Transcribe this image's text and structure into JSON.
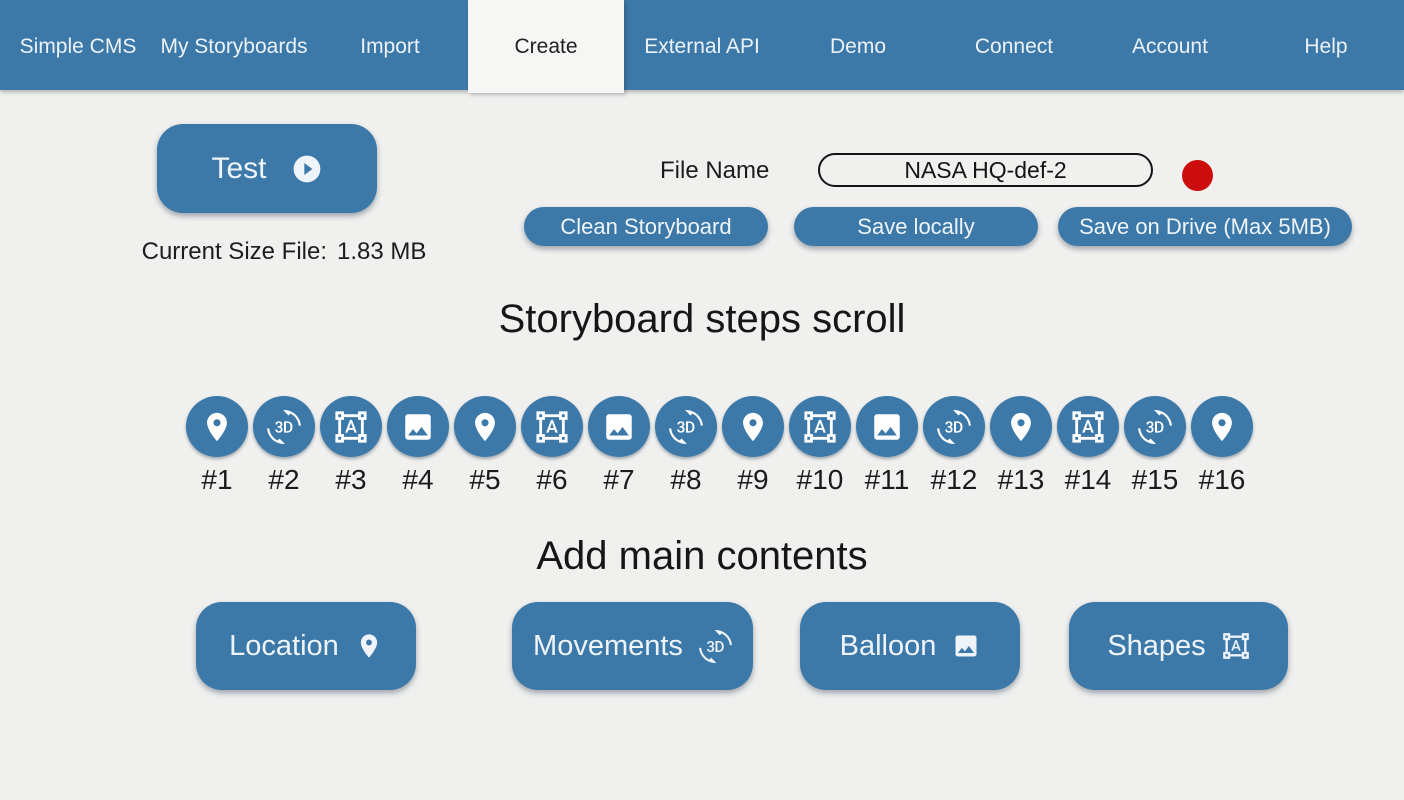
{
  "colors": {
    "accent_blue": "#3c79a8",
    "record_red": "#cb0d0d",
    "page_background": "#f0f0ef",
    "active_tab_background": "#f6f6f5"
  },
  "nav": {
    "items": [
      {
        "label": "Simple CMS",
        "active": false
      },
      {
        "label": "My Storyboards",
        "active": false
      },
      {
        "label": "Import",
        "active": false
      },
      {
        "label": "Create",
        "active": true
      },
      {
        "label": "External API",
        "active": false
      },
      {
        "label": "Demo",
        "active": false
      },
      {
        "label": "Connect",
        "active": false
      },
      {
        "label": "Account",
        "active": false
      },
      {
        "label": "Help",
        "active": false
      }
    ]
  },
  "header": {
    "test_button_label": "Test",
    "size_label": "Current Size File:",
    "size_value": "1.83 MB",
    "file_name_label": "File Name",
    "file_name_value": "NASA HQ-def-2",
    "actions": {
      "clean": "Clean Storyboard",
      "save_local": "Save locally",
      "save_drive": "Save on Drive (Max 5MB)"
    }
  },
  "steps": {
    "title": "Storyboard steps scroll",
    "items": [
      {
        "label": "#1",
        "icon": "location-pin-icon"
      },
      {
        "label": "#2",
        "icon": "3d-rotation-icon"
      },
      {
        "label": "#3",
        "icon": "format-shapes-icon"
      },
      {
        "label": "#4",
        "icon": "image-icon"
      },
      {
        "label": "#5",
        "icon": "location-pin-icon"
      },
      {
        "label": "#6",
        "icon": "format-shapes-icon"
      },
      {
        "label": "#7",
        "icon": "image-icon"
      },
      {
        "label": "#8",
        "icon": "3d-rotation-icon"
      },
      {
        "label": "#9",
        "icon": "location-pin-icon"
      },
      {
        "label": "#10",
        "icon": "format-shapes-icon"
      },
      {
        "label": "#11",
        "icon": "image-icon"
      },
      {
        "label": "#12",
        "icon": "3d-rotation-icon"
      },
      {
        "label": "#13",
        "icon": "location-pin-icon"
      },
      {
        "label": "#14",
        "icon": "format-shapes-icon"
      },
      {
        "label": "#15",
        "icon": "3d-rotation-icon"
      },
      {
        "label": "#16",
        "icon": "location-pin-icon"
      }
    ]
  },
  "contents": {
    "title": "Add main contents",
    "buttons": [
      {
        "label": "Location",
        "icon": "location-pin-icon"
      },
      {
        "label": "Movements",
        "icon": "3d-rotation-icon"
      },
      {
        "label": "Balloon",
        "icon": "image-icon"
      },
      {
        "label": "Shapes",
        "icon": "format-shapes-icon"
      }
    ]
  },
  "icons": {
    "play-icon": "filled circle with right-pointing triangle",
    "location-pin-icon": "map place pin",
    "3d-rotation-icon": "letters 3D with circular rotation arrows",
    "image-icon": "photo with mountains",
    "format-shapes-icon": "square with corner handles and letter A",
    "record-icon": "solid red dot"
  }
}
